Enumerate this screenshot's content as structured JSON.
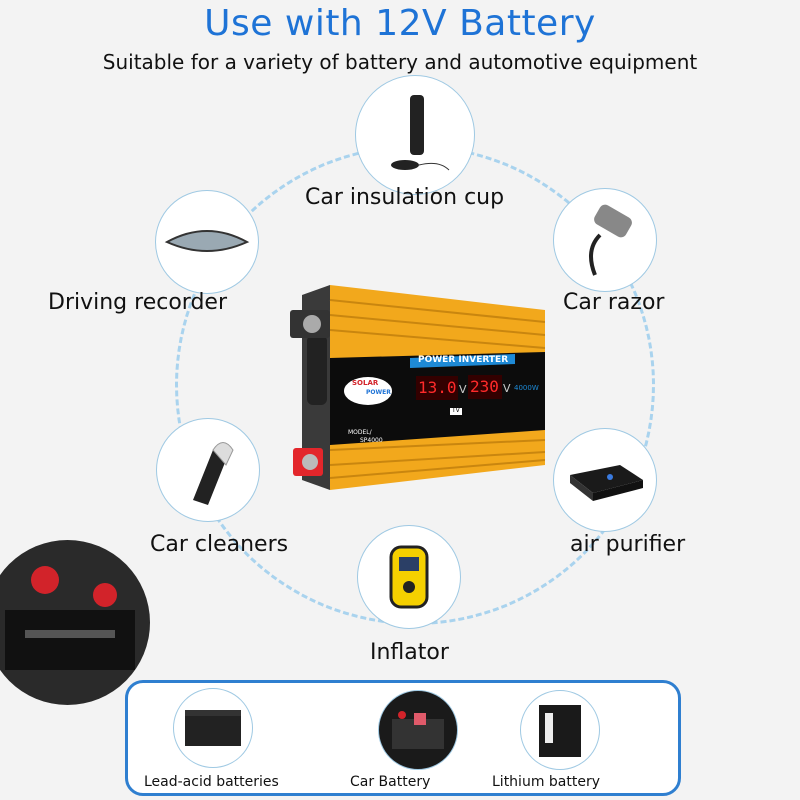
{
  "header": {
    "title": "Use with 12V Battery",
    "subtitle": "Suitable for a variety of battery and automotive equipment"
  },
  "devices": [
    {
      "label": "Car insulation cup",
      "icon": "insulation-cup-icon"
    },
    {
      "label": "Driving recorder",
      "icon": "mirror-recorder-icon"
    },
    {
      "label": "Car razor",
      "icon": "razor-icon"
    },
    {
      "label": "Car cleaners",
      "icon": "vacuum-icon"
    },
    {
      "label": "air purifier",
      "icon": "purifier-icon"
    },
    {
      "label": "Inflator",
      "icon": "inflator-icon"
    }
  ],
  "inverter": {
    "banner": "POWER INVERTER",
    "brand_line1": "SOLAR",
    "brand_line2": "POWER",
    "input_display": "13.0",
    "output_display": "230",
    "unit": "V",
    "power": "4000W",
    "model_label": "MODEL/",
    "model": "SP4000",
    "tv": "TV"
  },
  "batteries": [
    {
      "label": "Lead-acid batteries"
    },
    {
      "label": "Car Battery"
    },
    {
      "label": "Lithium battery"
    }
  ],
  "colors": {
    "accent": "#1e73d6",
    "inverter_body": "#f2a81c",
    "display": "#e8141c"
  }
}
